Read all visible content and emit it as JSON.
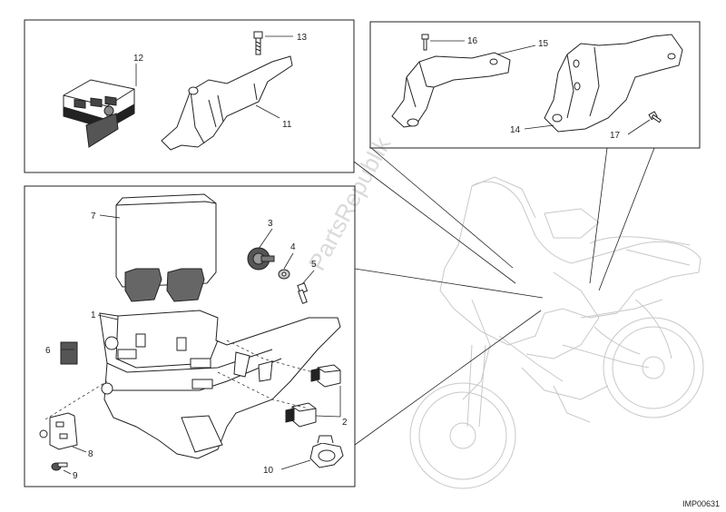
{
  "diagram": {
    "image_code": "IMP00631",
    "watermark": "PartsRepublik",
    "callouts": {
      "c1": "1",
      "c2": "2",
      "c3": "3",
      "c4": "4",
      "c5": "5",
      "c6": "6",
      "c7": "7",
      "c8": "8",
      "c9": "9",
      "c10": "10",
      "c11": "11",
      "c12": "12",
      "c13": "13",
      "c14": "14",
      "c15": "15",
      "c16": "16",
      "c17": "17"
    }
  },
  "colors": {
    "line": "#222222",
    "ghost": "#c8c8c8",
    "part_dark": "#333333"
  }
}
